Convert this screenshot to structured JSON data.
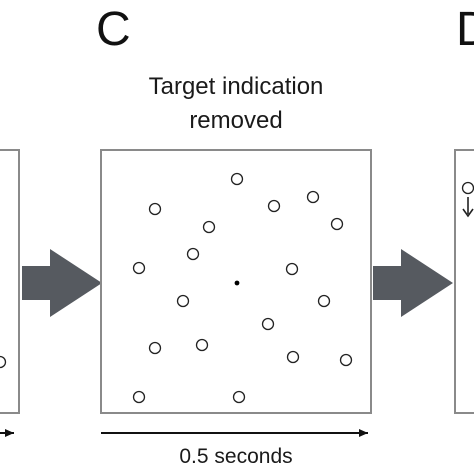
{
  "panels": {
    "c": {
      "letter": "C",
      "caption_line1": "Target indication",
      "caption_line2": "removed",
      "duration_label": "0.5 seconds"
    },
    "d": {
      "letter": "D"
    }
  },
  "colors": {
    "frame": "#8a8a8a",
    "arrow": "#565a60",
    "circle_stroke": "#222222",
    "fixation": "#000000",
    "timeline": "#111111"
  },
  "icons": {
    "stimulus": "hollow-circle",
    "fixation": "fixation-dot",
    "transition": "block-arrow-right",
    "motion": "down-arrow"
  }
}
